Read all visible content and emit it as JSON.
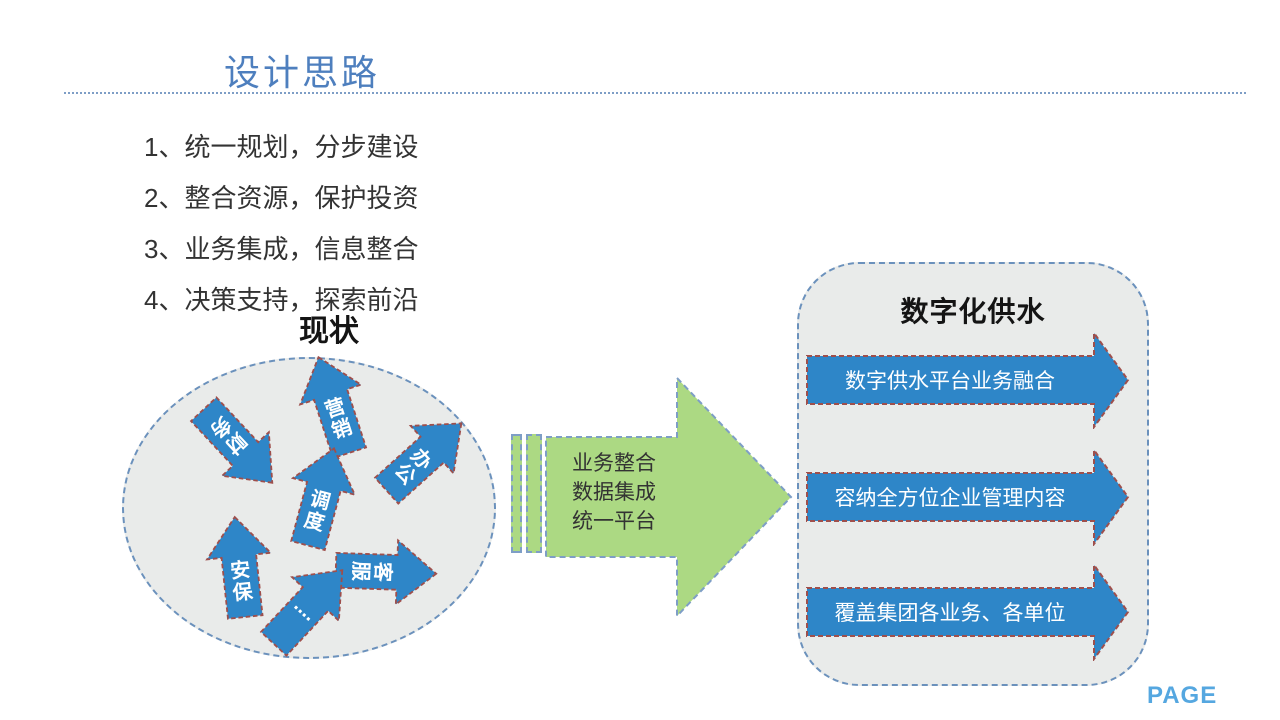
{
  "slide": {
    "title": "设计思路",
    "page_label": "PAGE"
  },
  "design_points": [
    "1、统一规划，分步建设",
    "2、整合资源，保护投资",
    "3、业务集成，信息整合",
    "4、决策支持，探索前沿"
  ],
  "current_state": {
    "heading": "现状",
    "scatter_arrows": [
      {
        "label": "财务"
      },
      {
        "label": "营销"
      },
      {
        "label": "办公"
      },
      {
        "label": "调度"
      },
      {
        "label": "安保"
      },
      {
        "label": "客服"
      },
      {
        "label": "...."
      }
    ]
  },
  "transition": {
    "lines": [
      "业务整合",
      "数据集成",
      "统一平台"
    ]
  },
  "target": {
    "title": "数字化供水",
    "items": [
      "数字供水平台业务融合",
      "容纳全方位企业管理内容",
      "覆盖集团各业务、各单位"
    ]
  },
  "colors": {
    "title_blue": "#4E7FBE",
    "arrow_blue": "#2E86C8",
    "arrow_border_red": "#9E4F4C",
    "green_fill": "#ACD983",
    "dashed_border_blue": "#7E9EC6",
    "panel_gray": "#E9EBEA",
    "page_blue": "#55A7E0"
  }
}
